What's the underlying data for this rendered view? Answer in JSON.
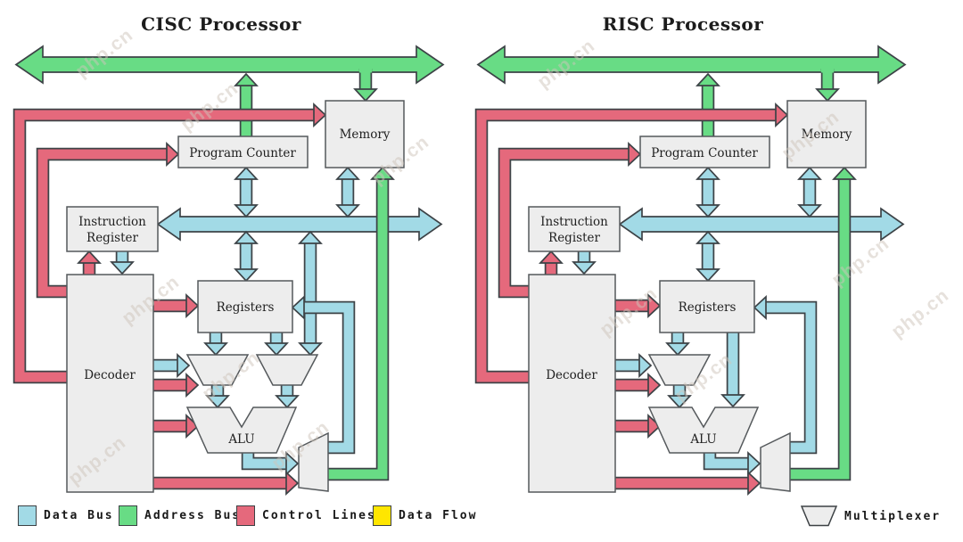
{
  "panels": [
    {
      "title": "CISC Processor",
      "nodes": {
        "memory": "Memory",
        "program_counter": "Program Counter",
        "instruction_register_1": "Instruction",
        "instruction_register_2": "Register",
        "decoder": "Decoder",
        "registers": "Registers",
        "alu": "ALU"
      }
    },
    {
      "title": "RISC Processor",
      "nodes": {
        "memory": "Memory",
        "program_counter": "Program Counter",
        "instruction_register_1": "Instruction",
        "instruction_register_2": "Register",
        "decoder": "Decoder",
        "registers": "Registers",
        "alu": "ALU"
      }
    }
  ],
  "legend": {
    "items": [
      {
        "label": "Data Bus",
        "color": "#A2DAE6"
      },
      {
        "label": "Address Bus",
        "color": "#68DC85"
      },
      {
        "label": "Control Lines",
        "color": "#E5697C"
      },
      {
        "label": "Data Flow",
        "color": "#FFE600"
      }
    ],
    "multiplexer_label": "Multiplexer"
  },
  "watermark": {
    "text": "php.cn"
  },
  "colors": {
    "data_bus": "#A2DAE6",
    "address_bus": "#68DC85",
    "control_lines": "#E5697C",
    "data_flow": "#FFE600",
    "outline": "#3d4347",
    "node_fill": "#EDEDED",
    "node_border": "#55595c",
    "watermark": "#cfc5bb"
  }
}
